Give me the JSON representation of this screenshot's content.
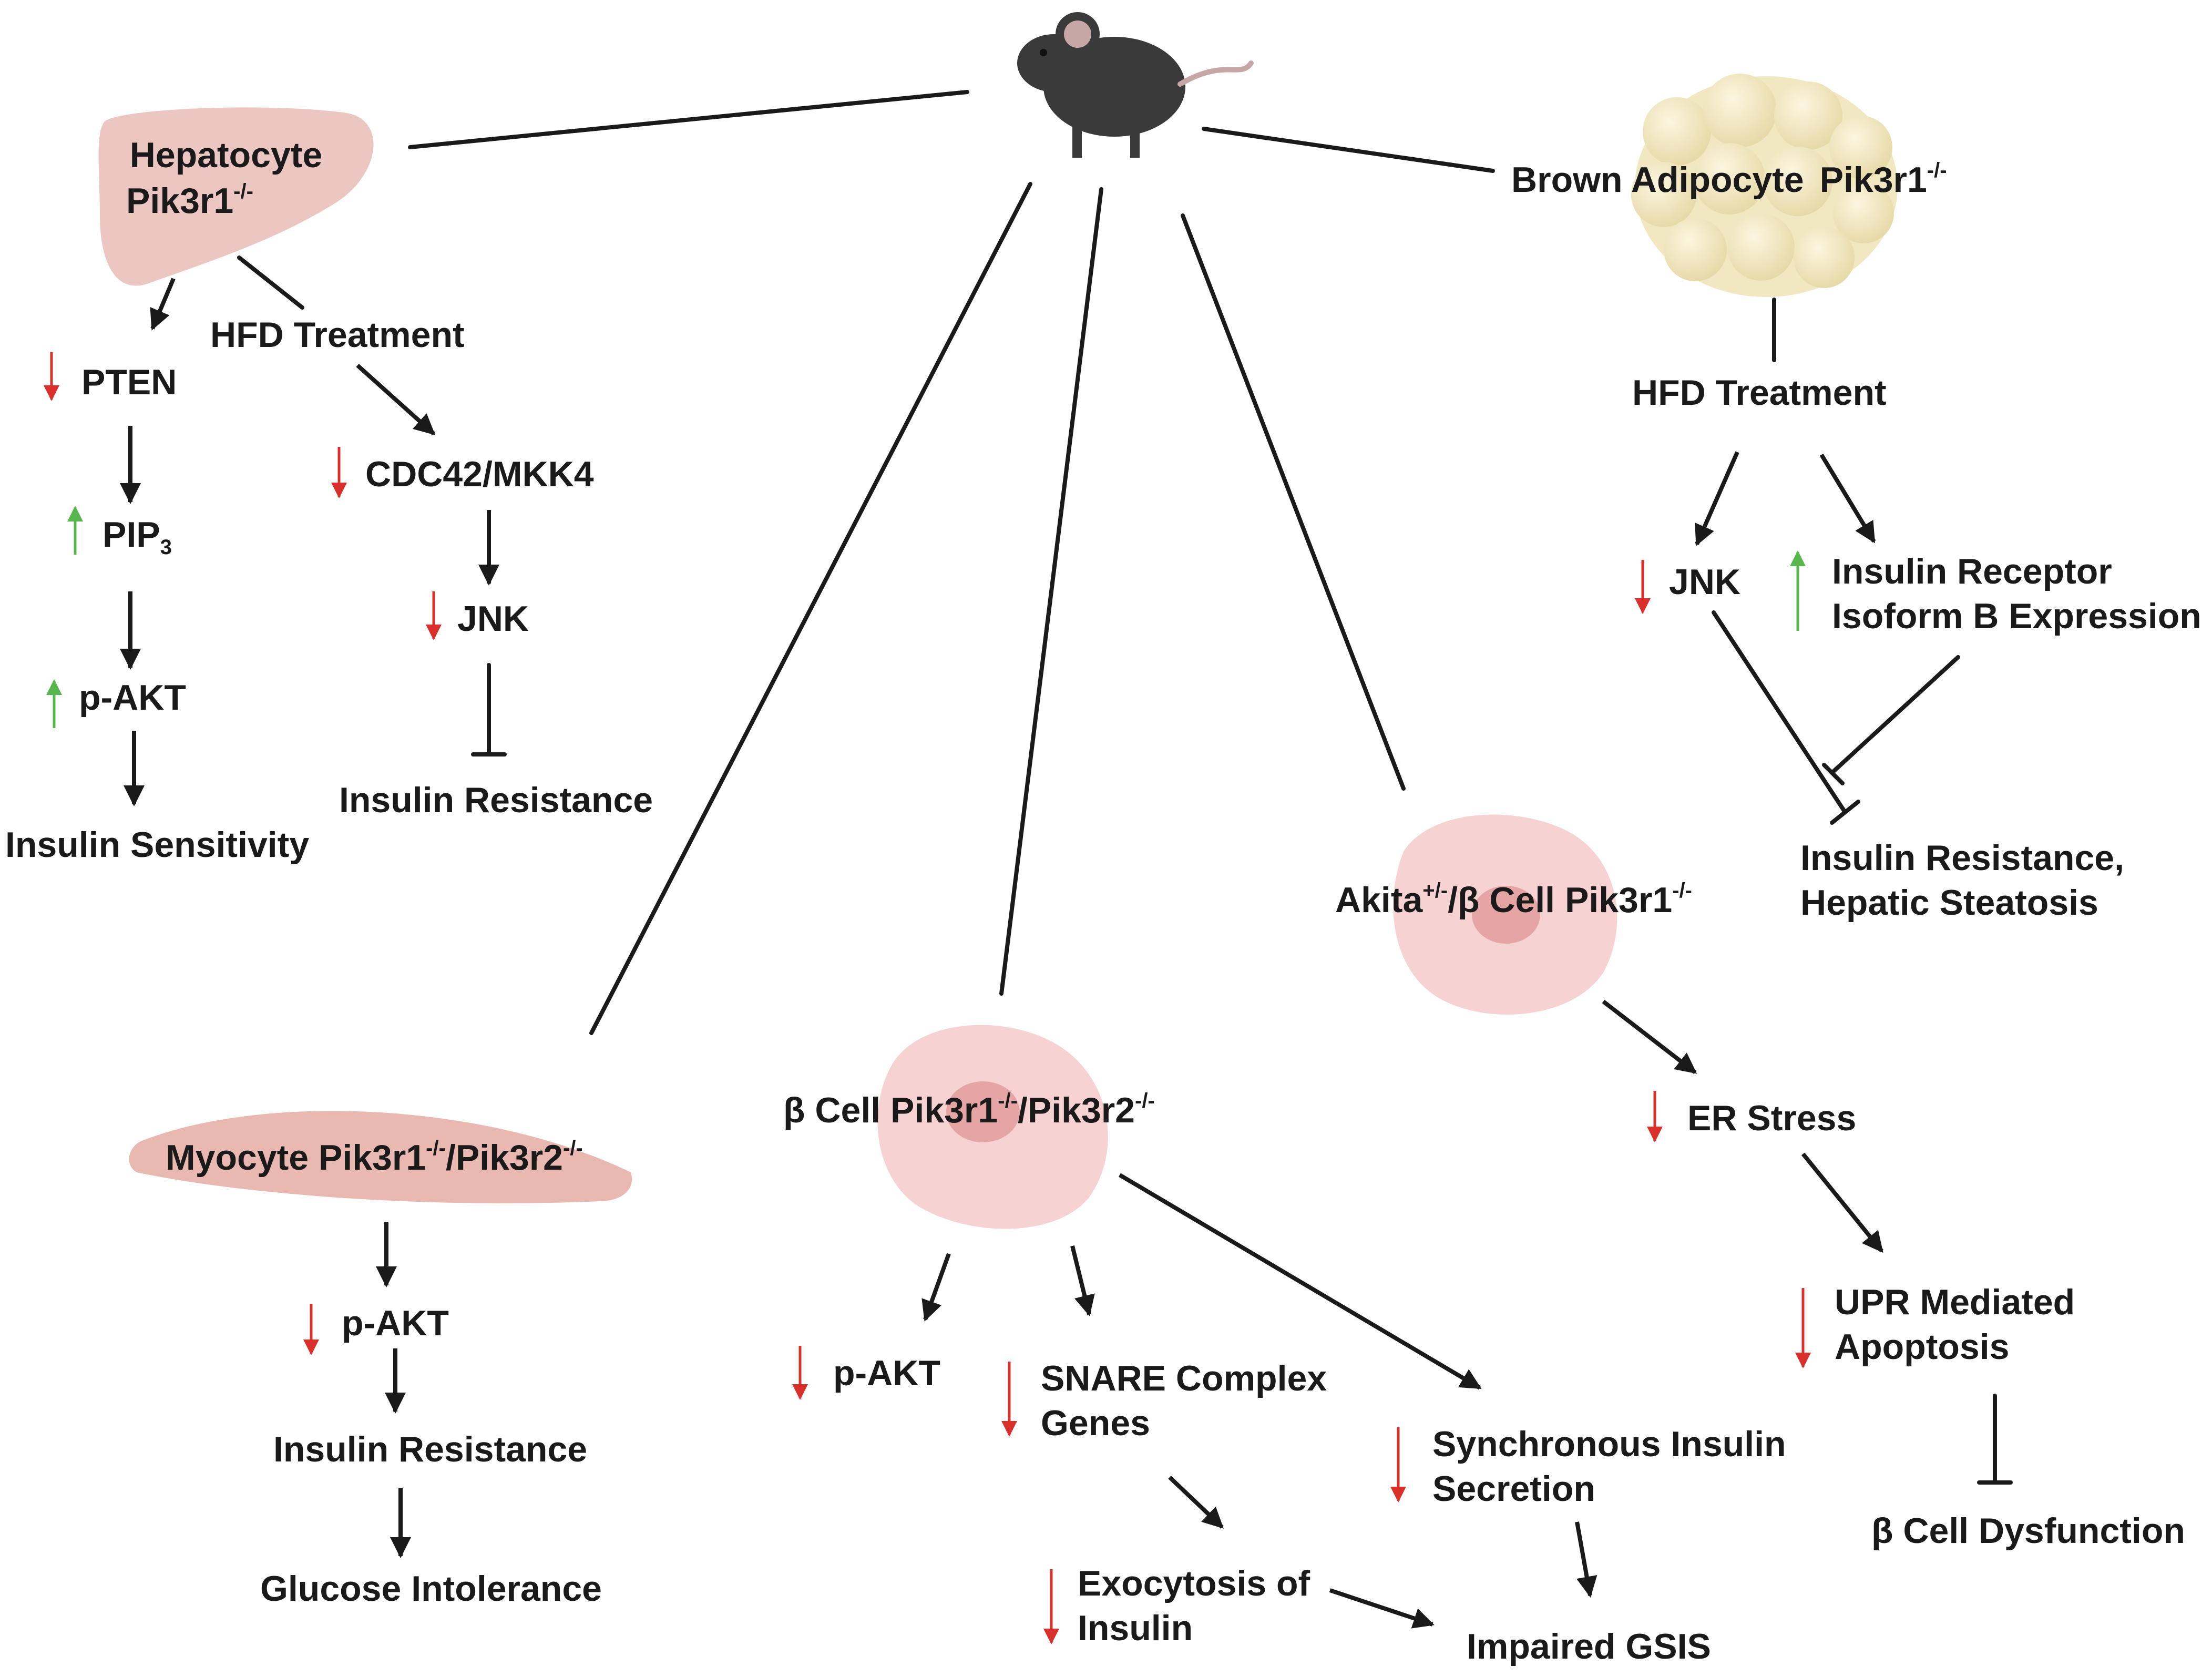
{
  "icons": {
    "mouse": "mouse-icon",
    "liver": "liver-icon",
    "adipocytes": "brown-adipocyte-cluster-icon",
    "muscle": "muscle-fiber-icon",
    "cell": "cell-icon"
  },
  "colors": {
    "down_arrow": "#d9302c",
    "up_arrow": "#57b74c",
    "liver": "#ecc7c1",
    "cell": "#f6d2d2",
    "fat": "#f1e7c1"
  },
  "hepatocyte": {
    "title": "Hepatocyte",
    "gene": "Pik3r1",
    "sup": "-/-",
    "left_path": [
      "PTEN",
      "PIP",
      "p-AKT",
      "Insulin Sensitivity"
    ],
    "pip_sub": "3",
    "hfd": "HFD Treatment",
    "right_path": [
      "CDC42/MKK4",
      "JNK",
      "Insulin Resistance"
    ]
  },
  "brown_adipocyte": {
    "title": "Brown Adipocyte",
    "gene": "Pik3r1",
    "sup": "-/-",
    "hfd": "HFD Treatment",
    "jnk": "JNK",
    "insulin_receptor": [
      "Insulin Receptor",
      "Isoform B Expression"
    ],
    "outcome": [
      "Insulin Resistance,",
      "Hepatic Steatosis"
    ]
  },
  "akita": {
    "prefix": "Akita",
    "prefix_sup": "+/-",
    "title": "/β Cell Pik3r1",
    "sup": "-/-",
    "er_stress": "ER Stress",
    "upr": [
      "UPR Mediated",
      "Apoptosis"
    ],
    "outcome": "β Cell  Dysfunction"
  },
  "beta_cell": {
    "title_a": "β Cell Pik3r1",
    "sup_a": "-/-",
    "title_b": "/Pik3r2",
    "sup_b": "-/-",
    "pakt": "p-AKT",
    "snare": [
      "SNARE Complex",
      "Genes"
    ],
    "synchronous": [
      "Synchronous Insulin",
      "Secretion"
    ],
    "exocytosis": [
      "Exocytosis of",
      "Insulin"
    ],
    "impaired": "Impaired GSIS"
  },
  "myocyte": {
    "title_a": "Myocyte Pik3r1",
    "sup_a": "-/-",
    "title_b": "/Pik3r2",
    "sup_b": "-/-",
    "pakt": "p-AKT",
    "resistance": "Insulin Resistance",
    "intolerance": "Glucose Intolerance"
  }
}
